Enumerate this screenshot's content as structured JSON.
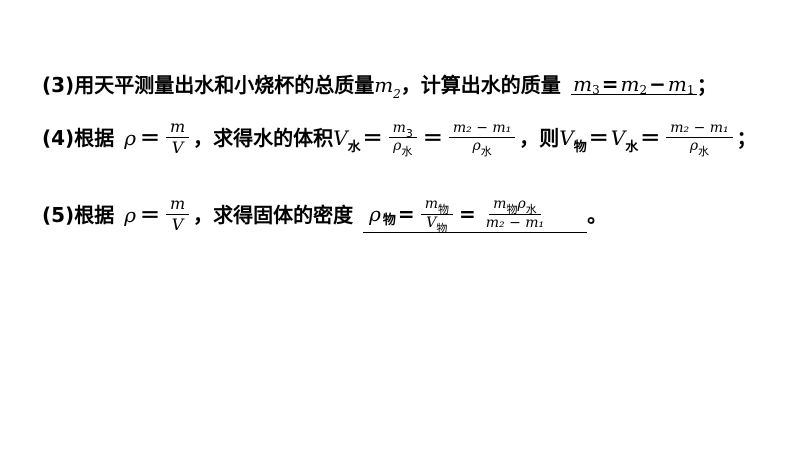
{
  "item3": {
    "label": "(3)",
    "text": "用天平测量出水和小烧杯的总质量",
    "var": "m",
    "var_sub": "2",
    "text2": "，计算出水的质量",
    "answer": {
      "a": "m",
      "a_sub": "3",
      "eq": "=",
      "b": "m",
      "b_sub": "2",
      "minus": "−",
      "c": "m",
      "c_sub": "1"
    },
    "end": "；"
  },
  "item4": {
    "label": "(4)",
    "text": "根据",
    "rho": "ρ",
    "eq": "＝",
    "frac1": {
      "num": "m",
      "den": "V"
    },
    "text2": "，求得水的体积",
    "V": "V",
    "V_sub": "水",
    "frac2": {
      "num_var": "m",
      "num_sub": "3",
      "den_var": "ρ",
      "den_sub": "水"
    },
    "frac3": {
      "num": "m₂ − m₁",
      "den_var": "ρ",
      "den_sub": "水"
    },
    "text3": "，则",
    "V2": "V",
    "V2_sub": "物",
    "V3": "V",
    "V3_sub": "水",
    "frac4": {
      "num": "m₂ − m₁",
      "den_var": "ρ",
      "den_sub": "水"
    },
    "end": "；"
  },
  "item5": {
    "label": "(5)",
    "text": "根据",
    "rho": "ρ",
    "eq": "＝",
    "frac1": {
      "num": "m",
      "den": "V"
    },
    "text2": "，求得固体的密度",
    "answer": {
      "rho": "ρ",
      "rho_sub": "物",
      "eq": "=",
      "frac_a": {
        "num_var": "m",
        "num_sub": "物",
        "den_var": "V",
        "den_sub": "物"
      },
      "frac_b": {
        "num_a": "m",
        "num_a_sub": "物",
        "num_b": "ρ",
        "num_b_sub": "水",
        "den": "m₂ − m₁"
      }
    },
    "end": "。"
  }
}
